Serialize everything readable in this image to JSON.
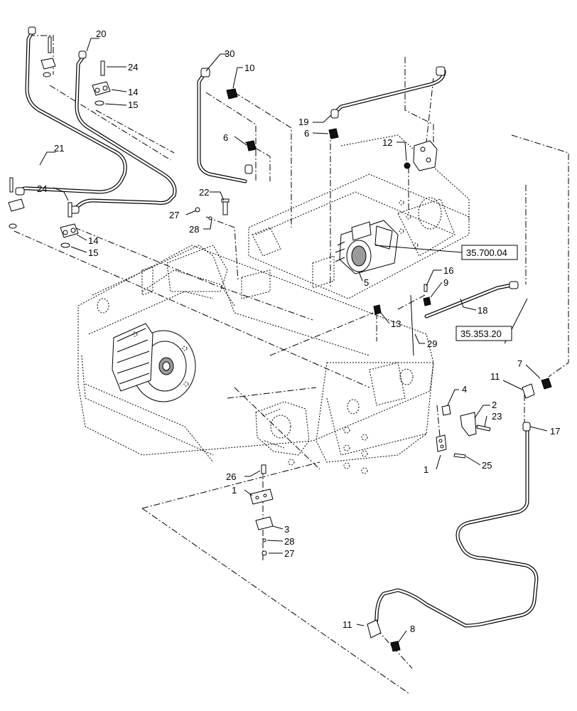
{
  "callouts": {
    "c20": "20",
    "c24a": "24",
    "c14a": "14",
    "c15a": "15",
    "c30": "30",
    "c10": "10",
    "c6a": "6",
    "c19": "19",
    "c6b": "6",
    "c12": "12",
    "c21": "21",
    "c24b": "24",
    "c22": "22",
    "c27a": "27",
    "c28a": "28",
    "c14b": "14",
    "c15b": "15",
    "c5": "5",
    "c16": "16",
    "c9": "9",
    "c18": "18",
    "c13": "13",
    "c29": "29",
    "c11a": "11",
    "c7": "7",
    "c4": "4",
    "c2": "2",
    "c23": "23",
    "c17": "17",
    "c1a": "1",
    "c25": "25",
    "c26": "26",
    "c1b": "1",
    "c3": "3",
    "c28b": "28",
    "c27b": "27",
    "c11b": "11",
    "c8": "8"
  },
  "references": {
    "ref1": "35.700.04",
    "ref2": "35.353.20"
  }
}
